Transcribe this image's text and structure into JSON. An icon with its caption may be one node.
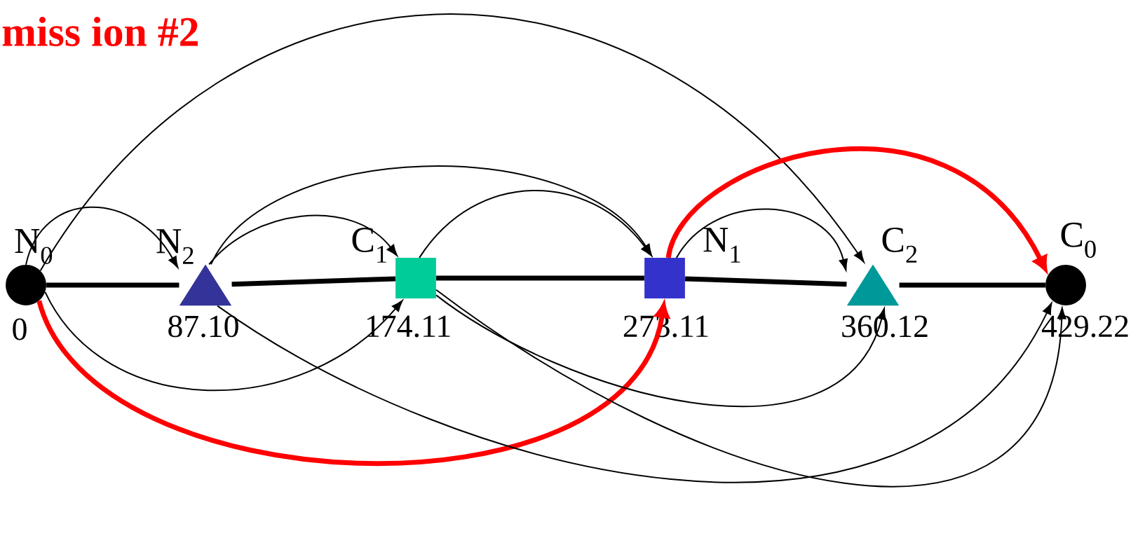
{
  "diagram": {
    "title": "miss ion #2",
    "nodes": [
      {
        "text": [
          "N$_{0}$"
        ],
        "beside": [
          "0"
        ]
      },
      {
        "text": [
          "N$_{2}$"
        ],
        "beside": [
          "87.10"
        ]
      },
      {
        "text": [
          "C$_{1}$"
        ],
        "beside": [
          "174.11"
        ]
      },
      {
        "text": [
          "N$_{1}$"
        ],
        "beside": [
          "273.11"
        ]
      },
      {
        "text": [
          "C$_{2}$"
        ],
        "beside": [
          "360.12"
        ]
      },
      {
        "text": [
          "C$_{0}$"
        ],
        "beside": [
          "429.22"
        ]
      }
    ],
    "edges": [
      {
        "from": 0,
        "to": 1,
        "arrow": "to"
      },
      {
        "from": 0,
        "to": 4,
        "arrow": "to"
      },
      {
        "from": 1,
        "to": 2,
        "arrow": "to"
      },
      {
        "from": 1,
        "to": 3,
        "arrow": "to"
      },
      {
        "from": 2,
        "to": 3,
        "arrow": "to"
      },
      {
        "from": 3,
        "to": 4,
        "arrow": "to"
      },
      {
        "from": 3,
        "to": 5,
        "arrow": "to",
        "style": "thick",
        "color": "#ff0000"
      },
      {
        "from": 0,
        "to": 2,
        "arrow": "to"
      },
      {
        "from": 0,
        "to": 3,
        "arrow": "to",
        "style": "thick",
        "color": "#ff0000"
      },
      {
        "from": 1,
        "to": 5,
        "arrow": "to"
      },
      {
        "from": 2,
        "to": 4,
        "arrow": "to"
      },
      {
        "from": 2,
        "to": 5,
        "arrow": "to"
      },
      {
        "from": 0,
        "to": 1,
        "arrow": "none",
        "style": "thick"
      },
      {
        "from": 1,
        "to": 2,
        "arrow": "none",
        "style": "thick"
      },
      {
        "from": 2,
        "to": 3,
        "arrow": "none",
        "style": "thick"
      },
      {
        "from": 3,
        "to": 4,
        "arrow": "none",
        "style": "thick"
      },
      {
        "from": 4,
        "to": 5,
        "arrow": "none",
        "style": "thick"
      }
    ]
  }
}
